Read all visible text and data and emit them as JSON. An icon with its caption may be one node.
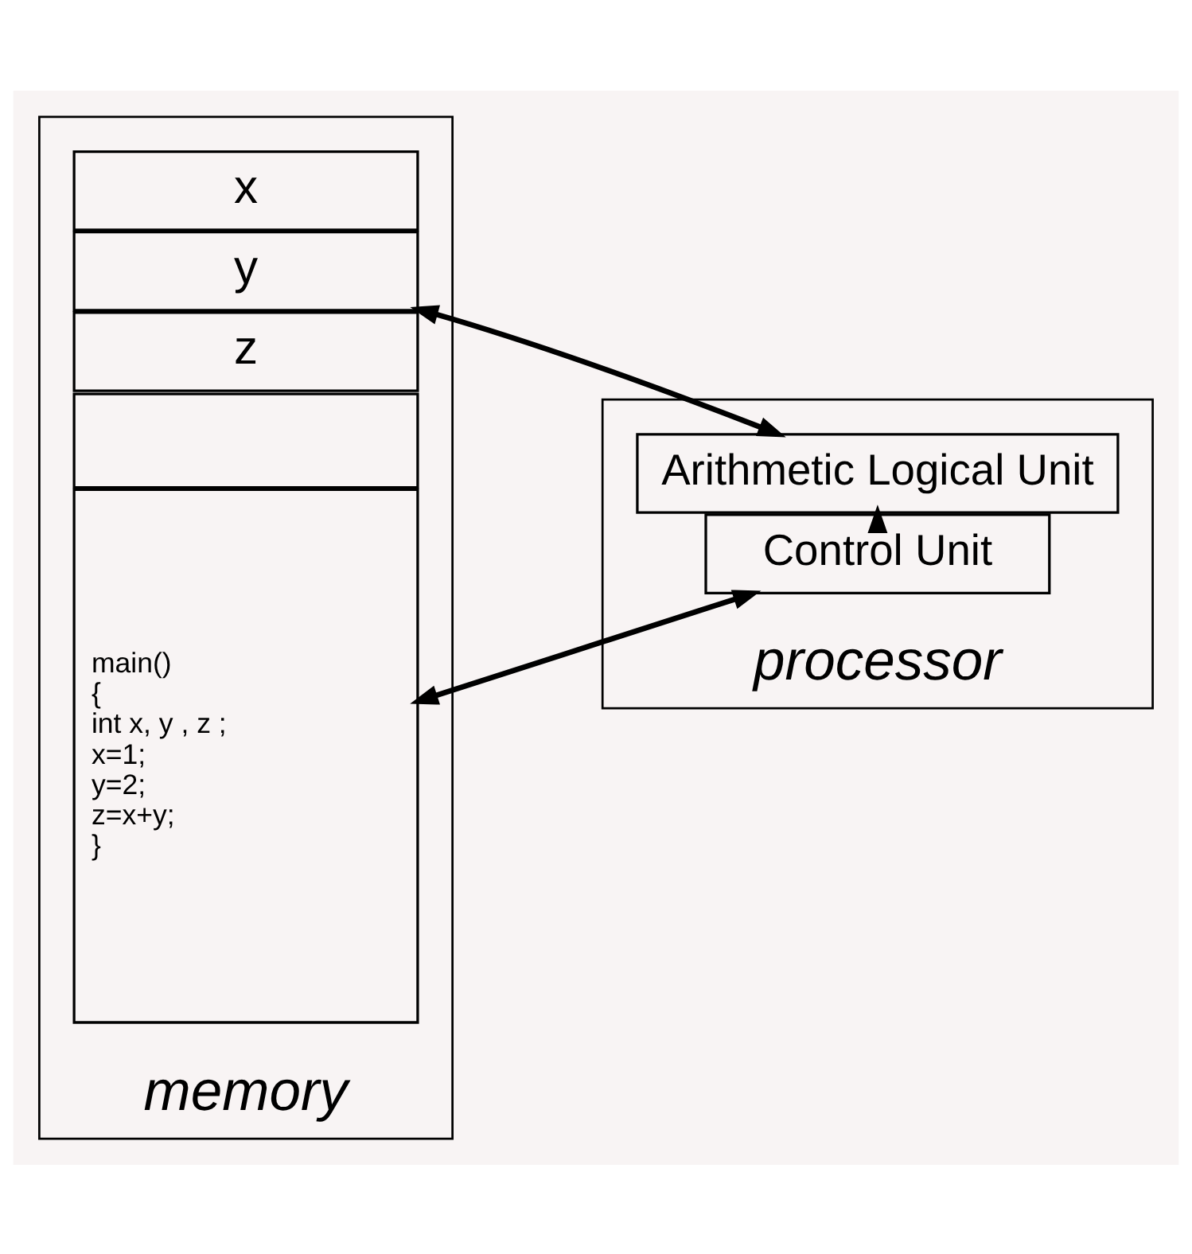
{
  "diagram": {
    "nodes": [
      {
        "text": [
          "memory"
        ]
      },
      {
        "text": [
          "x"
        ],
        "in": 0
      },
      {
        "text": [
          "y"
        ],
        "in": 0
      },
      {
        "text": [
          "z"
        ],
        "in": 0
      },
      {
        "text": [],
        "shape": "box",
        "in": 0
      },
      {
        "text": [
          "main()",
          "{",
          "int x, y , z ;",
          "x=1;",
          "y=2;",
          "z=x+y;",
          "}"
        ],
        "in": 0
      },
      {
        "text": [
          "processor"
        ]
      },
      {
        "text": [
          "Arithmetic Logical Unit"
        ],
        "in": 6
      },
      {
        "text": [
          "Control Unit"
        ],
        "in": 6
      }
    ],
    "edges": [
      {
        "from": 2,
        "to": 7,
        "arrow": "both"
      },
      {
        "from": 5,
        "to": 8,
        "arrow": "both"
      },
      {
        "from": 8,
        "to": 7,
        "arrow": "to"
      }
    ]
  }
}
